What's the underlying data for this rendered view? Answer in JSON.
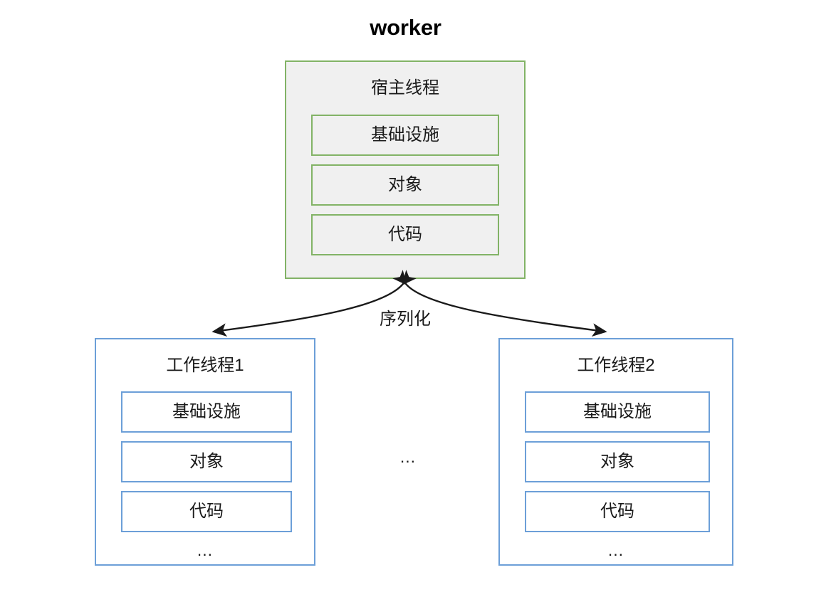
{
  "title": "worker",
  "host": {
    "name": "宿主线程",
    "border_color": "#82b366",
    "fill_color": "#f0f0f0",
    "items": [
      {
        "label": "基础设施"
      },
      {
        "label": "对象"
      },
      {
        "label": "代码"
      }
    ]
  },
  "edge": {
    "label": "序列化"
  },
  "between_workers_ellipsis": "...",
  "workers": [
    {
      "name": "工作线程1",
      "border_color": "#6c9fd8",
      "fill_color": "#ffffff",
      "items": [
        {
          "label": "基础设施"
        },
        {
          "label": "对象"
        },
        {
          "label": "代码"
        }
      ],
      "ellipsis": "..."
    },
    {
      "name": "工作线程2",
      "border_color": "#6c9fd8",
      "fill_color": "#ffffff",
      "items": [
        {
          "label": "基础设施"
        },
        {
          "label": "对象"
        },
        {
          "label": "代码"
        }
      ],
      "ellipsis": "..."
    }
  ]
}
